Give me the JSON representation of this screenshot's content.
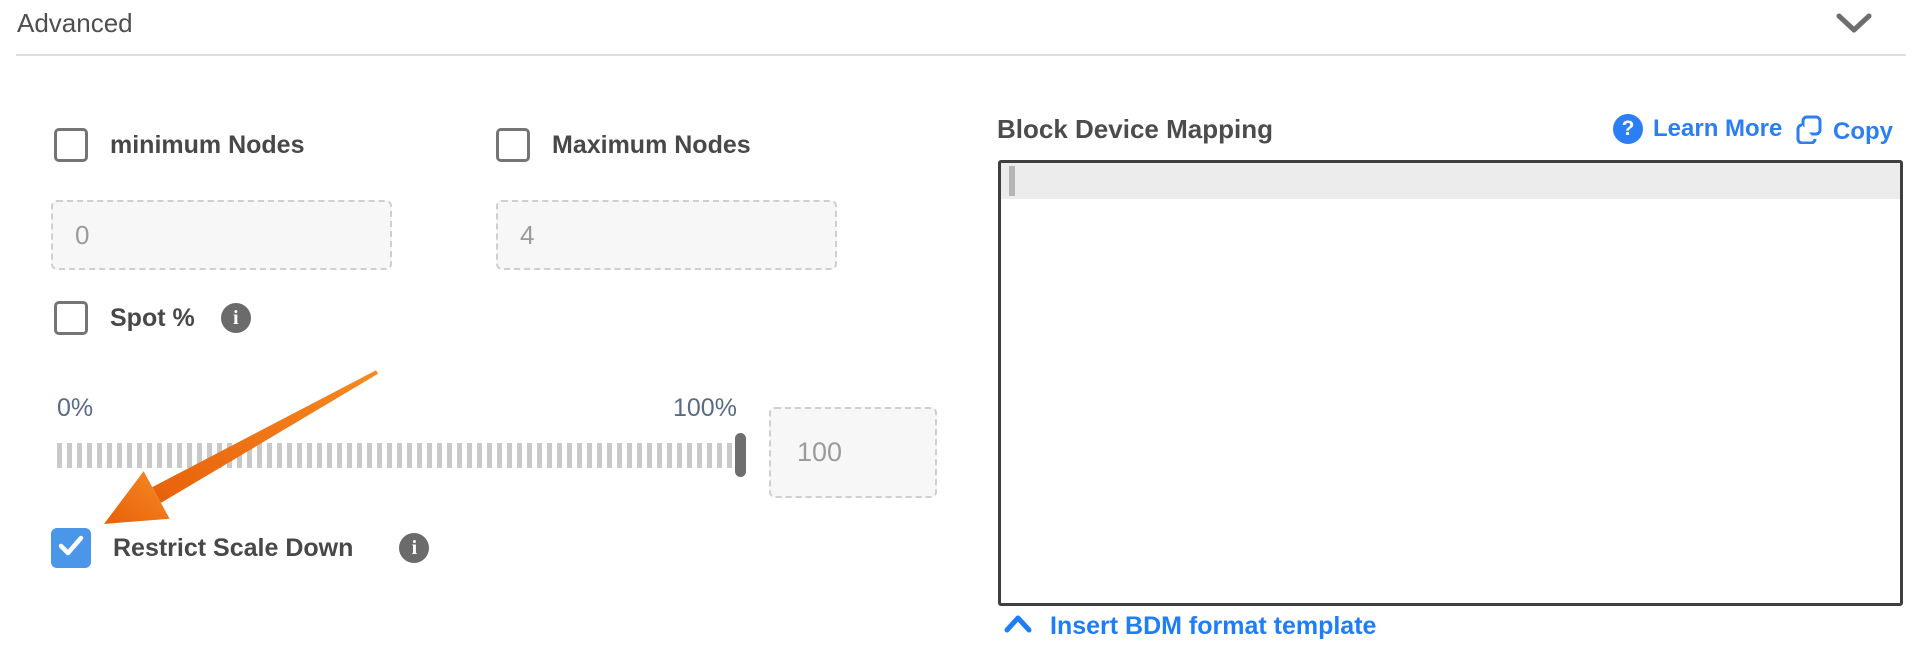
{
  "header": {
    "title": "Advanced",
    "collapse_icon": "chevron-down-icon"
  },
  "scaling": {
    "min_nodes": {
      "label": "minimum Nodes",
      "checked": false,
      "value": "0"
    },
    "max_nodes": {
      "label": "Maximum Nodes",
      "checked": false,
      "value": "4"
    },
    "spot": {
      "label": "Spot %",
      "checked": false,
      "info_icon": "info-icon"
    },
    "slider": {
      "min_label": "0%",
      "max_label": "100%",
      "value": "100",
      "position_percent": 100
    },
    "restrict_scale_down": {
      "label": "Restrict Scale Down",
      "checked": true,
      "check_icon": "checkmark-icon",
      "info_icon": "info-icon"
    }
  },
  "bdm": {
    "title": "Block Device Mapping",
    "learn_more_label": "Learn More",
    "copy_label": "Copy",
    "editor_value": "",
    "insert_template_label": "Insert BDM format template"
  },
  "annotations": {
    "arrow": {
      "shape": "arrow-annotation",
      "points_to": "restrict-scale-down-checkbox"
    }
  },
  "colors": {
    "accent_blue": "#2b7ff2",
    "link_blue": "#1e7ef7",
    "checkbox_blue": "#4a97ea",
    "arrow_orange_light": "#f68b22",
    "arrow_orange_dark": "#e8600a",
    "slider_label": "#5a6b85",
    "dark_text": "#4a4a4a"
  }
}
